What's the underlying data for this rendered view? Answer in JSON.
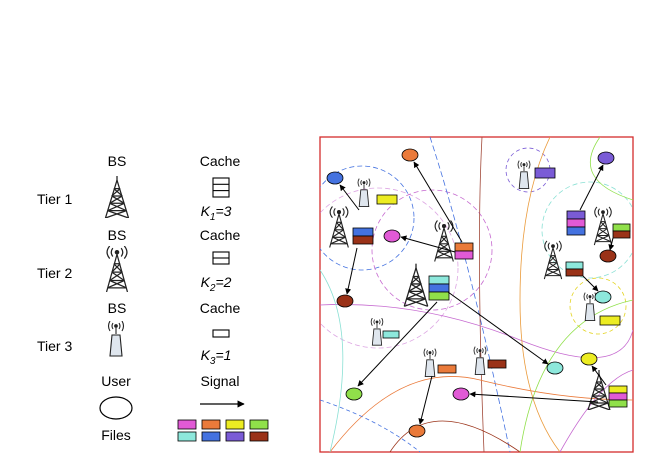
{
  "legend": {
    "tiers": [
      {
        "label": "Tier 1",
        "bs_label": "BS",
        "cache_label": "Cache",
        "k_name": "K",
        "k_sub": "1",
        "k_value": "=3"
      },
      {
        "label": "Tier 2",
        "bs_label": "BS",
        "cache_label": "Cache",
        "k_name": "K",
        "k_sub": "2",
        "k_value": "=2"
      },
      {
        "label": "Tier 3",
        "bs_label": "BS",
        "cache_label": "Cache",
        "k_name": "K",
        "k_sub": "3",
        "k_value": "=1"
      }
    ],
    "user_label": "User",
    "signal_label": "Signal",
    "files_label": "Files"
  },
  "colors": {
    "magenta": "#e15ad6",
    "orange": "#ea7a3a",
    "yellow": "#ecec22",
    "green": "#90e04a",
    "cyan": "#8de8dc",
    "blue": "#4472e0",
    "purple": "#7a5bd6",
    "brown": "#9a3218",
    "frame": "#d42c2c"
  }
}
